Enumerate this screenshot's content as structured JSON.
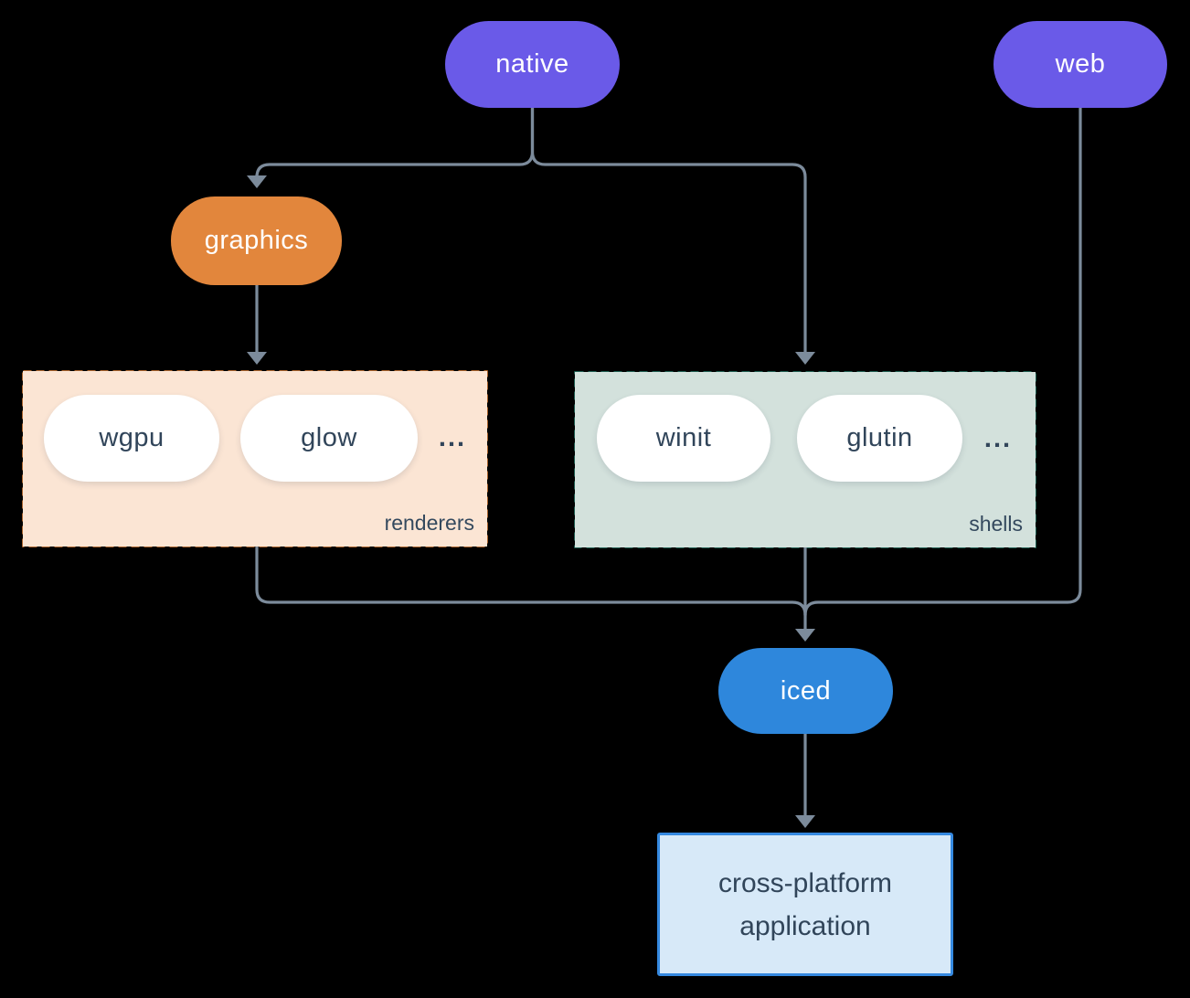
{
  "nodes": {
    "native": {
      "label": "native"
    },
    "web": {
      "label": "web"
    },
    "graphics": {
      "label": "graphics"
    },
    "wgpu": {
      "label": "wgpu"
    },
    "glow": {
      "label": "glow"
    },
    "winit": {
      "label": "winit"
    },
    "glutin": {
      "label": "glutin"
    },
    "iced": {
      "label": "iced"
    },
    "app": {
      "line1": "cross-platform",
      "line2": "application"
    }
  },
  "groups": {
    "renderers": {
      "label": "renderers",
      "ellipsis": "..."
    },
    "shells": {
      "label": "shells",
      "ellipsis": "..."
    }
  },
  "colors": {
    "background": "#000000",
    "edge": "#7c8b9b",
    "purple": "#6a5ae8",
    "orange": "#e2863c",
    "blue": "#2e87dc",
    "renderers_fill": "#fbe5d4",
    "renderers_border": "#e2863c",
    "shells_fill": "#d3e1dc",
    "shells_border": "#277c6b",
    "app_fill": "#d7e9f8",
    "app_border": "#3589e0",
    "dark_text": "#31455a",
    "light_text": "#ffffff"
  }
}
